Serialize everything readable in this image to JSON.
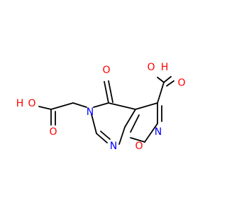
{
  "molecule": {
    "atoms": {
      "o_acid_right_hydroxyl": {
        "label": "O",
        "color": "#ff0000"
      },
      "h_acid_right_hydroxyl": {
        "label": "H",
        "color": "#ff0000"
      },
      "o_acid_right_carbonyl": {
        "label": "O",
        "color": "#ff0000"
      },
      "o_ketone": {
        "label": "O",
        "color": "#ff0000"
      },
      "h_acid_left_hydroxyl": {
        "label": "H",
        "color": "#ff0000"
      },
      "o_acid_left_hydroxyl": {
        "label": "O",
        "color": "#ff0000"
      },
      "o_acid_left_carbonyl": {
        "label": "O",
        "color": "#ff0000"
      },
      "n_ring_amide": {
        "label": "N",
        "color": "#0000ff"
      },
      "n_isoxazole": {
        "label": "N",
        "color": "#0000ff"
      },
      "n_pyrimidine": {
        "label": "N",
        "color": "#0000ff"
      },
      "o_isoxazole": {
        "label": "O",
        "color": "#ff0000"
      }
    },
    "colors": {
      "bond": "#000000",
      "oxygen": "#ff0000",
      "nitrogen": "#0000ff",
      "background": "#ffffff"
    }
  }
}
